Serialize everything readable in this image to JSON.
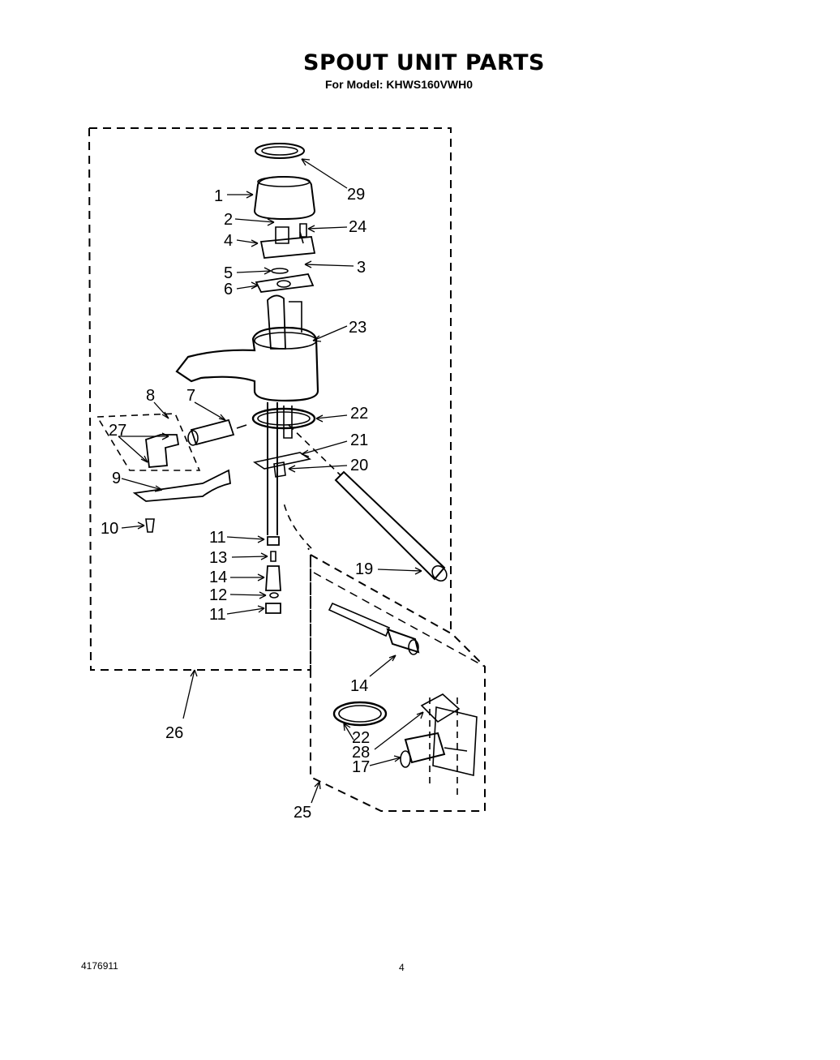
{
  "header": {
    "title": "SPOUT UNIT PARTS",
    "subtitle": "For Model: KHWS160VWH0"
  },
  "footer": {
    "doc_number": "4176911",
    "page_number": "4"
  },
  "callouts": {
    "c29": "29",
    "c1": "1",
    "c2": "2",
    "c24": "24",
    "c4": "4",
    "c3": "3",
    "c5": "5",
    "c6": "6",
    "c23": "23",
    "c8": "8",
    "c7": "7",
    "c22a": "22",
    "c27": "27",
    "c21": "21",
    "c20": "20",
    "c9": "9",
    "c10": "10",
    "c11a": "11",
    "c13": "13",
    "c19": "19",
    "c14a": "14",
    "c12": "12",
    "c11b": "11",
    "c14b": "14",
    "c26": "26",
    "c22b": "22",
    "c28": "28",
    "c17": "17",
    "c25": "25"
  },
  "colors": {
    "ink": "#000000",
    "paper": "#ffffff"
  }
}
